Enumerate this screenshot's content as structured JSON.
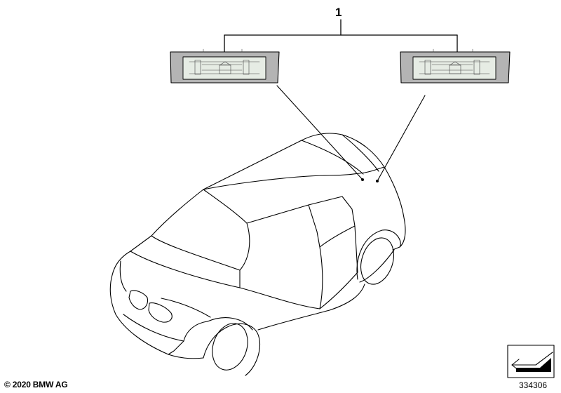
{
  "callout": {
    "number": "1"
  },
  "footer": {
    "copyright": "© 2020 BMW AG",
    "diagram_id": "334306"
  },
  "colors": {
    "line": "#000000",
    "lamp_housing": "#b4b4b4",
    "lamp_lens": "#e6ece4",
    "background": "#ffffff"
  },
  "icons": {
    "lamp_left": "licence-plate-lamp-icon",
    "lamp_right": "licence-plate-lamp-icon",
    "vehicle": "car-outline-icon",
    "navigation": "arrow-corner-icon"
  }
}
